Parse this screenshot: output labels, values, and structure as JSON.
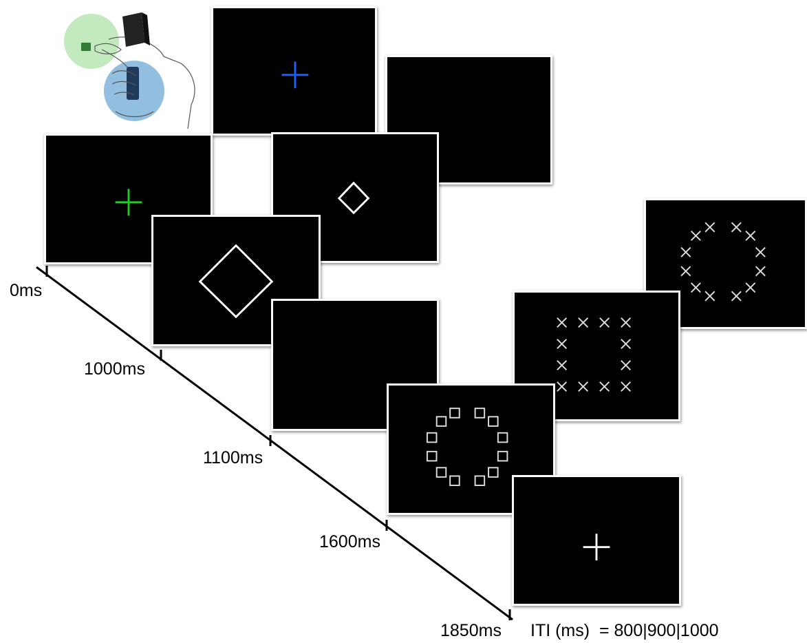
{
  "timeline": {
    "ticks": [
      {
        "label": "0ms"
      },
      {
        "label": "1000ms"
      },
      {
        "label": "1100ms"
      },
      {
        "label": "1600ms"
      },
      {
        "label": "1850ms"
      }
    ],
    "iti_label": "ITI (ms)  = 800|900|1000"
  },
  "colors": {
    "screen_bg": "#000000",
    "blue_fixation": "#1f5fff",
    "green_fixation": "#22cc22",
    "stimulus": "#ffffff",
    "response_button_top": "#b8e6b3",
    "response_button_bottom": "#7fb3d9"
  },
  "icons": {
    "response_device": "hand-holding-response-box-icon"
  }
}
